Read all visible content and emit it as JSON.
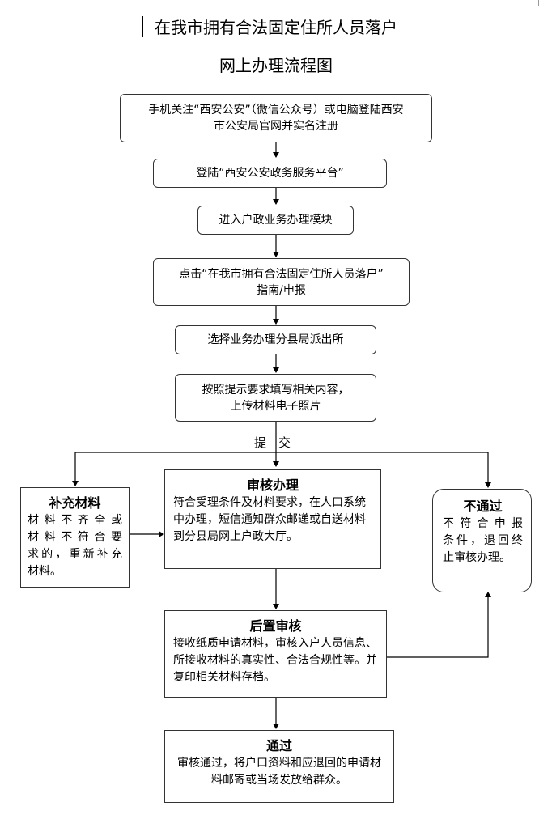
{
  "title": {
    "line1": "在我市拥有合法固定住所人员落户",
    "line2": "网上办理流程图"
  },
  "steps": {
    "step1": {
      "line1": "手机关注“西安公安”（微信公众号）或电脑登陆西安",
      "line2": "市公安局官网并实名注册"
    },
    "step2": {
      "text": "登陆“西安公安政务服务平台”"
    },
    "step3": {
      "text": "进入户政业务办理模块"
    },
    "step4": {
      "line1": "点击“在我市拥有合法固定住所人员落户”",
      "line2": "指南/申报"
    },
    "step5": {
      "text": "选择业务办理分县局派出所"
    },
    "step6": {
      "line1": "按照提示要求填写相关内容，",
      "line2": "上传材料电子照片"
    }
  },
  "submit_label": "提　交",
  "review": {
    "head": "审核办理",
    "body": "符合受理条件及材料要求，在人口系统中办理，短信通知群众邮递或自送材料到分县局网上户政大厅。"
  },
  "supplement": {
    "head": "补充材料",
    "lines": [
      "材料不齐全或",
      "材料不符合要",
      "求的，重新补充",
      "材料。"
    ]
  },
  "reject": {
    "head": "不通过",
    "lines": [
      "不符合申报",
      "条件，退回终",
      "止审核办理。"
    ]
  },
  "post_review": {
    "head": "后置审核",
    "body": "接收纸质申请材料，审核入户人员信息、所接收材料的真实性、合法合规性等。并复印相关材料存档。"
  },
  "pass": {
    "head": "通过",
    "body": "审核通过，将户口资料和应退回的申请材料邮寄或当场发放给群众。"
  }
}
